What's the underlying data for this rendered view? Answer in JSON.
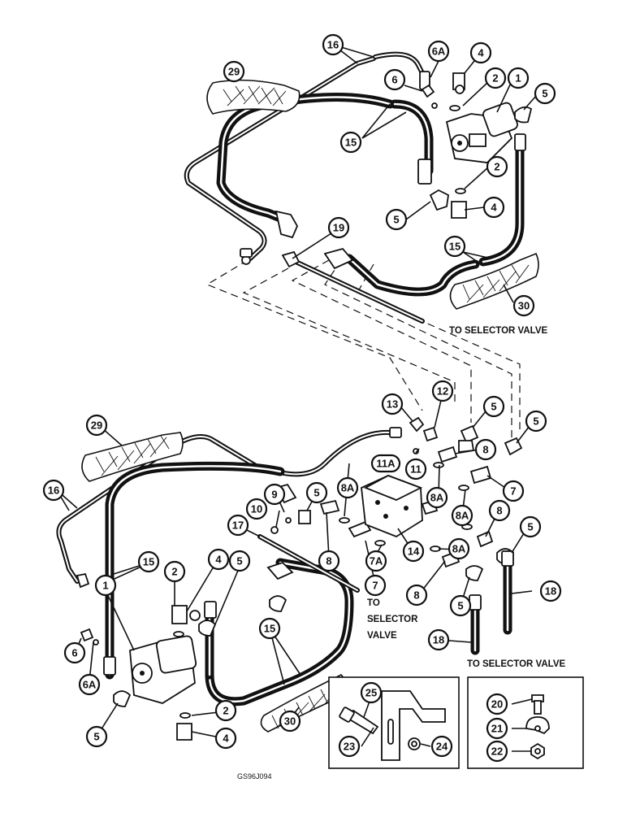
{
  "figure_code": "GS96J094",
  "notes": {
    "upper_to_selector": "TO SELECTOR VALVE",
    "lower_to_selector_1": "TO",
    "lower_to_selector_2": "SELECTOR",
    "lower_to_selector_3": "VALVE",
    "bottom_to_selector": "TO SELECTOR VALVE"
  },
  "callouts": {
    "c16a": "16",
    "c29a": "29",
    "c6Aa": "6A",
    "c4a": "4",
    "c6a": "6",
    "c2a": "2",
    "c1a": "1",
    "c5a": "5",
    "c15a": "15",
    "c2b": "2",
    "c5b": "5",
    "c4b": "4",
    "c19": "19",
    "c15b": "15",
    "c30a": "30",
    "c13": "13",
    "c12": "12",
    "c5c": "5",
    "c5d": "5",
    "c29b": "29",
    "c11A": "11A",
    "c11": "11",
    "c8a": "8",
    "c16b": "16",
    "c9": "9",
    "c5e": "5",
    "c8Aa": "8A",
    "c8Ab": "8A",
    "c7a": "7",
    "c10": "10",
    "c17": "17",
    "c8b": "8",
    "c8Ac": "8A",
    "c8c": "8",
    "c5f": "5",
    "c15c": "15",
    "c4c": "4",
    "c5g": "5",
    "c7A": "7A",
    "c14": "14",
    "c8Ad": "8A",
    "c7b": "7",
    "c2c": "2",
    "c1b": "1",
    "c18a": "18",
    "c8d": "8",
    "c5h": "5",
    "c6b": "6",
    "c15d": "15",
    "c18b": "18",
    "c6Ab": "6A",
    "c25": "25",
    "c20": "20",
    "c30b": "30",
    "c5i": "5",
    "c2d": "2",
    "c21": "21",
    "c23": "23",
    "c24": "24",
    "c22": "22",
    "c4d": "4"
  }
}
